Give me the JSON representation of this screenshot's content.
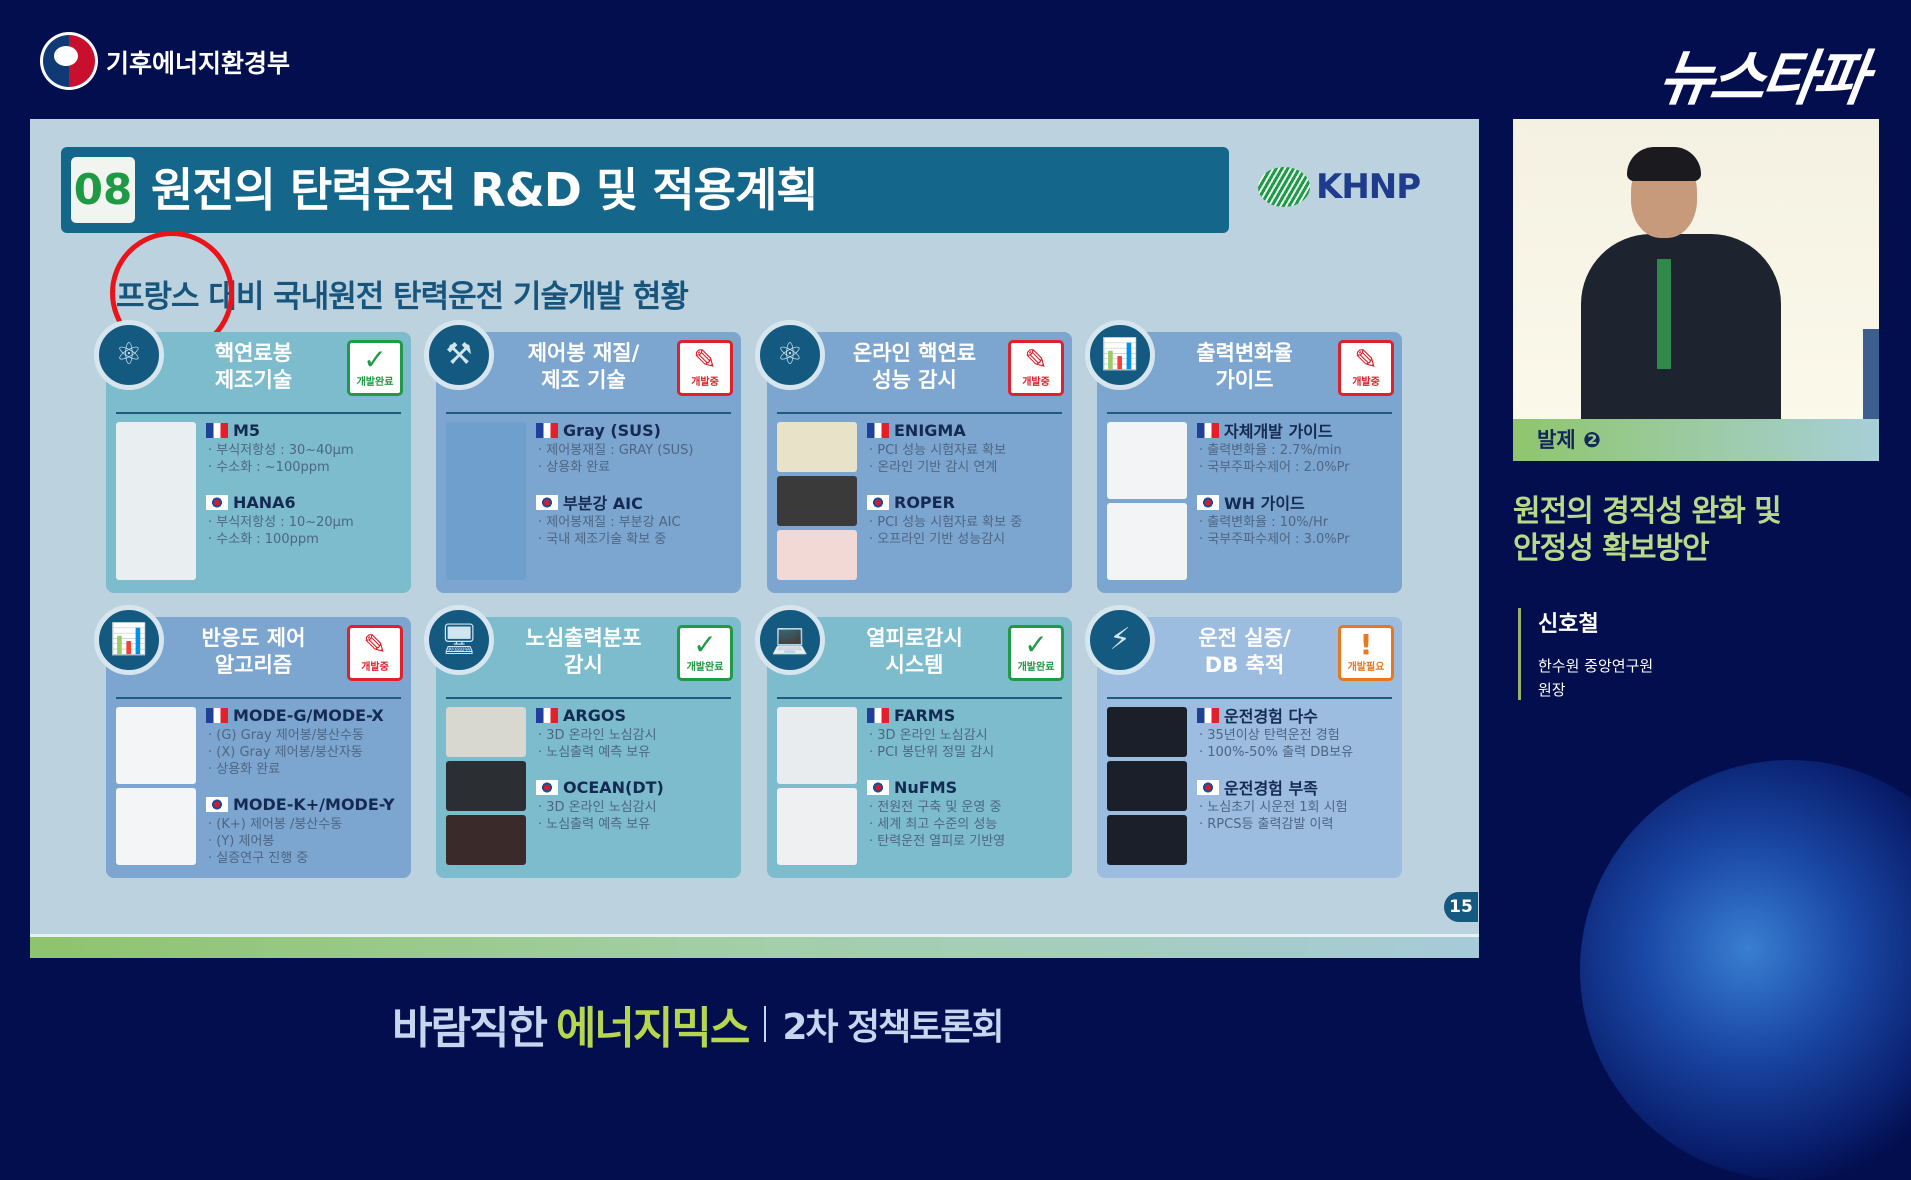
{
  "header": {
    "ministry": "기후에너지환경부",
    "broadcaster": "뉴스타파"
  },
  "slide": {
    "number": "08",
    "title": "원전의 탄력운전 R&D 및 적용계획",
    "brand": "KHNP",
    "subtitle": "프랑스 대비 국내원전 탄력운전 기술개발 현황",
    "page": "15",
    "cards": [
      {
        "icon": "fuel-rod-icon",
        "glyph": "⚛",
        "title1": "핵연료봉",
        "title2": "제조기술",
        "badge": "개발완료",
        "status": "done",
        "color": "#7cbccd",
        "fr": {
          "name": "M5",
          "lines": [
            "부식저항성 : 30~40μm",
            "수소화 : ~100ppm"
          ]
        },
        "kr": {
          "name": "HANA6",
          "lines": [
            "부식저항성 : 10~20μm",
            "수소화 : 100ppm"
          ]
        }
      },
      {
        "icon": "tools-icon",
        "glyph": "⚒",
        "title1": "제어봉 재질/",
        "title2": "제조 기술",
        "badge": "개발중",
        "status": "progress",
        "color": "#7ca5cf",
        "fr": {
          "name": "Gray (SUS)",
          "lines": [
            "제어봉재질 : GRAY (SUS)",
            "상용화 완료"
          ]
        },
        "kr": {
          "name": "부분강 AIC",
          "lines": [
            "제어봉재질 : 부분강 AIC",
            "국내 제조기술 확보 중"
          ]
        }
      },
      {
        "icon": "fuel-monitor-icon",
        "glyph": "⚛",
        "title1": "온라인 핵연료",
        "title2": "성능 감시",
        "badge": "개발중",
        "status": "progress",
        "color": "#7ca5cf",
        "fr": {
          "name": "ENIGMA",
          "lines": [
            "PCI 성능 시험자료 확보",
            "온라인 기반 감시 연계"
          ]
        },
        "kr": {
          "name": "ROPER",
          "lines": [
            "PCI 성능 시험자료 확보 중",
            "오프라인 기반 성능감시"
          ]
        }
      },
      {
        "icon": "bar-chart-icon",
        "glyph": "📊",
        "title1": "출력변화율",
        "title2": "가이드",
        "badge": "개발중",
        "status": "progress",
        "color": "#7ca5cf",
        "fr": {
          "name": "자체개발 가이드",
          "lines": [
            "출력변화율 : 2.7%/min",
            "국부주파수제어 : 2.0%Pr"
          ]
        },
        "kr": {
          "name": "WH 가이드",
          "lines": [
            "출력변화율 : 10%/Hr",
            "국부주파수제어 : 3.0%Pr"
          ]
        }
      },
      {
        "icon": "bar-chart-icon",
        "glyph": "📊",
        "title1": "반응도 제어",
        "title2": "알고리즘",
        "badge": "개발중",
        "status": "progress",
        "color": "#7ca5cf",
        "fr": {
          "name": "MODE-G/MODE-X",
          "lines": [
            "(G) Gray 제어봉/붕산수동",
            "(X) Gray 제어봉/붕산자동",
            "상용화 완료"
          ]
        },
        "kr": {
          "name": "MODE-K+/MODE-Y",
          "lines": [
            "(K+) 제어봉 /붕산수동",
            "(Y) 제어봉",
            "실증연구 진행 중"
          ]
        }
      },
      {
        "icon": "monitor-icon",
        "glyph": "🖥",
        "title1": "노심출력분포",
        "title2": "감시",
        "badge": "개발완료",
        "status": "done",
        "color": "#7cbccd",
        "fr": {
          "name": "ARGOS",
          "lines": [
            "3D 온라인 노심감시",
            "노심출력 예측 보유"
          ]
        },
        "kr": {
          "name": "OCEAN(DT)",
          "lines": [
            "3D 온라인 노심감시",
            "노심출력 예측 보유"
          ]
        }
      },
      {
        "icon": "laptop-icon",
        "glyph": "💻",
        "title1": "열피로감시",
        "title2": "시스템",
        "badge": "개발완료",
        "status": "done",
        "color": "#7cbccd",
        "fr": {
          "name": "FARMS",
          "lines": [
            "3D 온라인 노심감시",
            "PCI 봉단위 정밀 감시"
          ]
        },
        "kr": {
          "name": "NuFMS",
          "lines": [
            "전원전 구축 및 운영 중",
            "세계 최고 수준의 성능",
            "탄력운전 열피로 기반영"
          ]
        }
      },
      {
        "icon": "power-tower-icon",
        "glyph": "⚡",
        "title1": "운전 실증/",
        "title2": "DB 축적",
        "badge": "개발필요",
        "status": "needed",
        "color": "#9cbce0",
        "fr": {
          "name": "운전경험 다수",
          "lines": [
            "35년이상 탄력운전 경험",
            "100%-50% 출력 DB보유"
          ]
        },
        "kr": {
          "name": "운전경험 부족",
          "lines": [
            "노심초기 시운전 1회 시험",
            "RPCS등 출력감발 이력"
          ]
        }
      }
    ]
  },
  "status_colors": {
    "done": "#1f9a45",
    "progress": "#e0202a",
    "needed": "#e8781e"
  },
  "status_glyphs": {
    "done": "✓",
    "progress": "✎",
    "needed": "!"
  },
  "speaker": {
    "label": "발제 ❷",
    "talk_title_1": "원전의 경직성 완화 및",
    "talk_title_2": "안정성 확보방안",
    "name": "신호철",
    "org": "한수원 중앙연구원",
    "role": "원장"
  },
  "banner": {
    "part1": "바람직한",
    "highlight": "에너지믹스",
    "sub": "2차 정책토론회"
  }
}
